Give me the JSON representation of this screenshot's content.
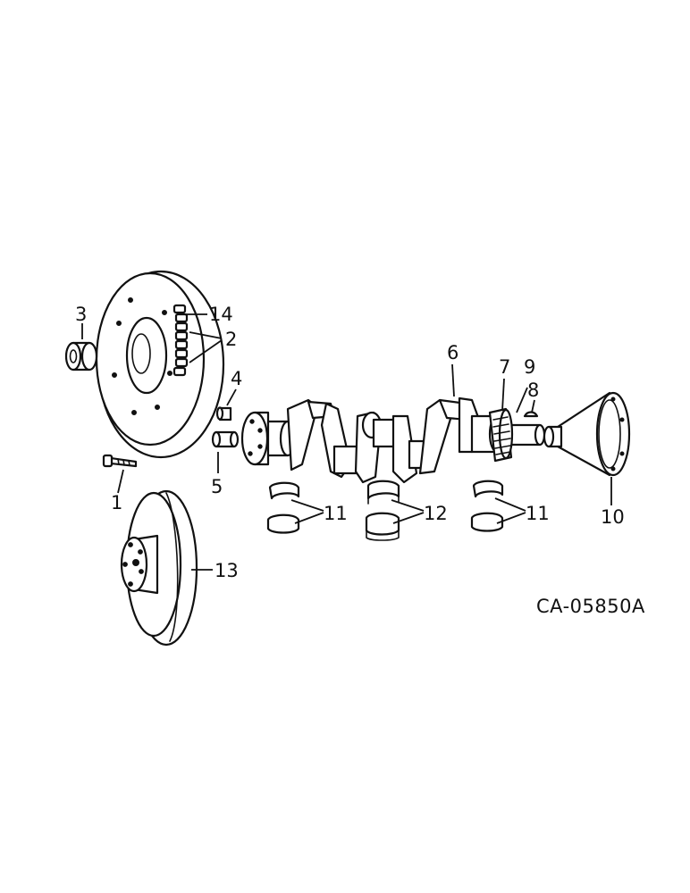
{
  "callouts": {
    "c1": "1",
    "c2": "2",
    "c3": "3",
    "c4": "4",
    "c5": "5",
    "c6": "6",
    "c7": "7",
    "c8": "8",
    "c9": "9",
    "c10": "10",
    "c11a": "11",
    "c11b": "11",
    "c12": "12",
    "c13": "13",
    "c14": "14"
  },
  "reference_code": "CA-05850A"
}
